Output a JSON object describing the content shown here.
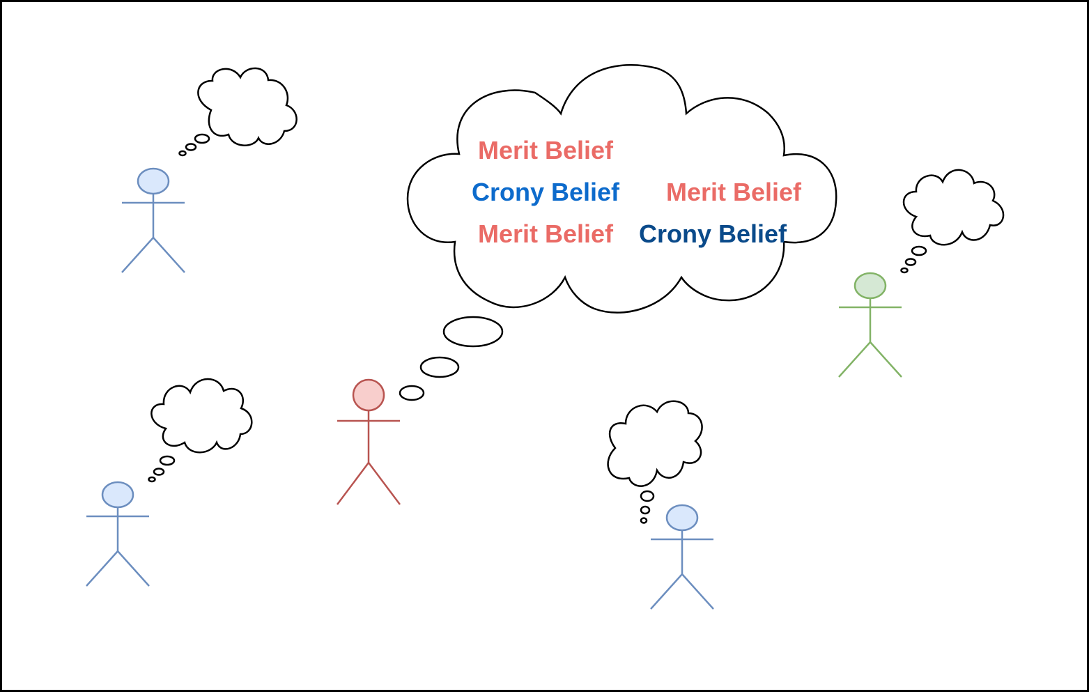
{
  "colors": {
    "merit": "#ea6b66",
    "crony_blue": "#0d6bcc",
    "crony_navy": "#0a4a8a",
    "person_blue_stroke": "#6c8ebf",
    "person_blue_fill": "#dae8fc",
    "person_red_stroke": "#b85450",
    "person_red_fill": "#f8cecc",
    "person_green_stroke": "#82b366",
    "person_green_fill": "#d5e8d4"
  },
  "main_thought": {
    "beliefs": [
      {
        "label": "Merit Belief",
        "kind": "merit"
      },
      {
        "label": "Crony Belief",
        "kind": "crony"
      },
      {
        "label": "Merit Belief",
        "kind": "merit"
      },
      {
        "label": "Merit Belief",
        "kind": "merit"
      },
      {
        "label": "Crony Belief",
        "kind": "crony"
      }
    ]
  }
}
